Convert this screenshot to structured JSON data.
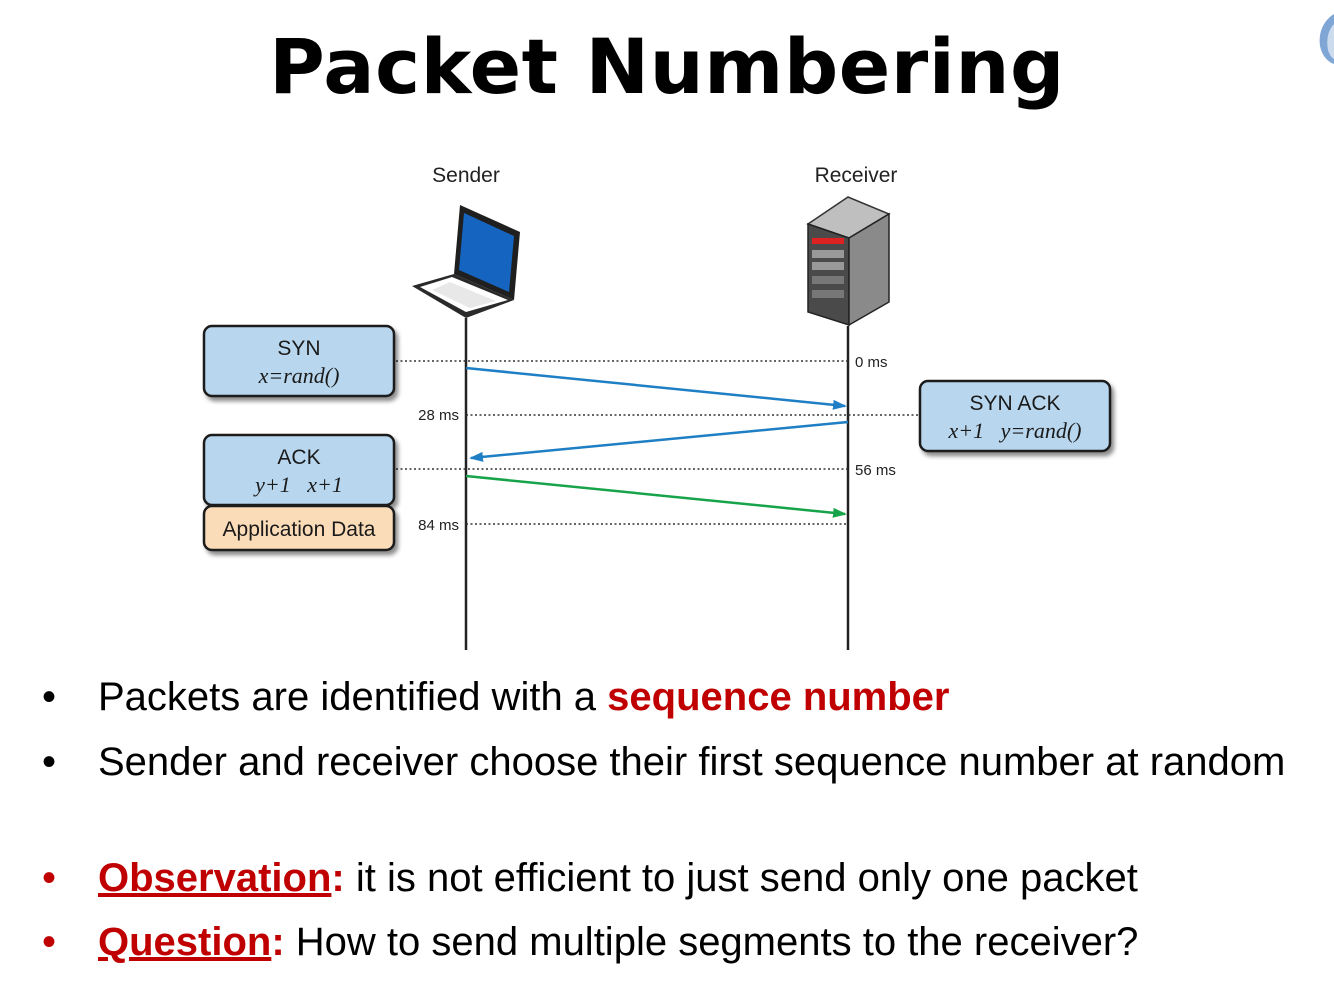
{
  "title": "Packet Numbering",
  "icons": {
    "logo": "university-seal-icon",
    "sender": "laptop-icon",
    "receiver": "server-tower-icon"
  },
  "diagram": {
    "sender_label": "Sender",
    "receiver_label": "Receiver",
    "time_marks": [
      "0 ms",
      "28 ms",
      "56 ms",
      "84 ms"
    ],
    "syn_box": {
      "line1": "SYN",
      "line2": "x=rand()"
    },
    "synack_box": {
      "line1": "SYN ACK",
      "line2": "x+1   y=rand()"
    },
    "ack_box": {
      "line1": "ACK",
      "line2": "y+1   x+1"
    },
    "appdata_box": {
      "line1": "Application Data"
    }
  },
  "colors": {
    "box_blue": "#b8d7ef",
    "box_orange": "#fbdcb8",
    "arrow_blue": "#1f7fc4",
    "arrow_green": "#17a34a",
    "accent_red": "#c00000"
  },
  "bullets": {
    "b1_text": "Packets are identified with a ",
    "b1_highlight": "sequence number",
    "b2_text": "Sender and receiver  choose their first sequence number at random",
    "b3_label": "Observation",
    "b3_colon": ":",
    "b3_text": " it is not efficient to just send only one packet",
    "b4_label": "Question",
    "b4_colon": ":",
    "b4_text": " How to send multiple segments to the receiver?"
  }
}
